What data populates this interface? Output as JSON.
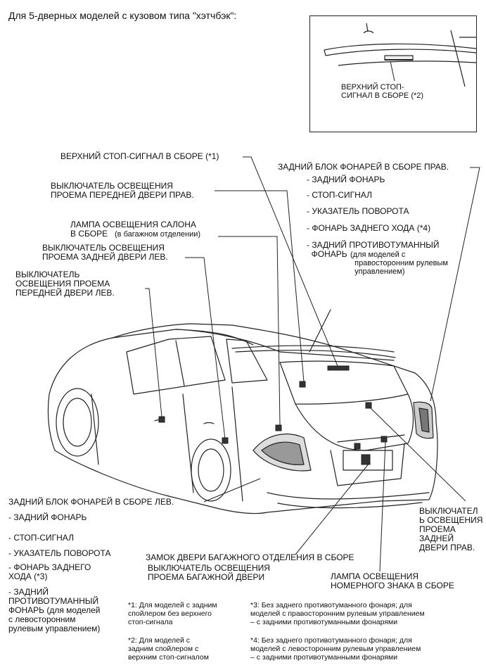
{
  "heading": "Для 5-дверных моделей с кузовом типа \"хэтчбэк\":",
  "inset": {
    "label": "ВЕРХНИЙ СТОП-\nСИГНАЛ В СБОРЕ (*2)"
  },
  "labels": {
    "high_stop_1": "ВЕРХНИЙ СТОП-СИГНАЛ В СБОРЕ (*1)",
    "front_door_switch_rh": "ВЫКЛЮЧАТЕЛЬ ОСВЕЩЕНИЯ\nПРОЕМА ПЕРЕДНЕЙ ДВЕРИ ПРАВ.",
    "room_lamp_main": "ЛАМПА ОСВЕЩЕНИЯ САЛОНА\nВ СБОРЕ",
    "room_lamp_note": "(в багажном отделении)",
    "rear_door_switch_lh": "ВЫКЛЮЧАТЕЛЬ ОСВЕЩЕНИЯ\nПРОЕМА ЗАДНЕЙ ДВЕРИ ЛЕВ.",
    "front_door_switch_lh": "ВЫКЛЮЧАТЕЛЬ\nОСВЕЩЕНИЯ ПРОЕМА\nПЕРЕДНЕЙ ДВЕРИ ЛЕВ.",
    "rear_combo_rh": "ЗАДНИЙ БЛОК ФОНАРЕЙ В СБОРЕ ПРАВ.",
    "rear_door_switch_rh": "ВЫКЛЮЧАТЕЛ\nЬ ОСВЕЩЕНИЯ\nПРОЕМА\nЗАДНЕЙ\nДВЕРИ ПРАВ.",
    "rear_combo_lh": "ЗАДНИЙ БЛОК ФОНАРЕЙ В СБОРЕ ЛЕВ.",
    "back_door_lock": "ЗАМОК ДВЕРИ БАГАЖНОГО ОТДЕЛЕНИЯ В СБОРЕ",
    "back_door_switch": "ВЫКЛЮЧАТЕЛЬ ОСВЕЩЕНИЯ\nПРОЕМА БАГАЖНОЙ ДВЕРИ",
    "license_lamp": "ЛАМПА ОСВЕЩЕНИЯ\nНОМЕРНОГО ЗНАКА В СБОРЕ"
  },
  "rh_items": [
    "- ЗАДНИЙ ФОНАРЬ",
    "- СТОП-СИГНАЛ",
    "- УКАЗАТЕЛЬ ПОВОРОТА",
    "- ФОНАРЬ ЗАДНЕГО ХОДА (*4)"
  ],
  "rh_fog_main": "- ЗАДНИЙ ПРОТИВОТУМАННЫЙ\n  ФОНАРЬ",
  "rh_fog_note": "(для моделей с\n  правосторонним рулевым\n  управлением)",
  "lh_items": [
    "- ЗАДНИЙ ФОНАРЬ",
    "- СТОП-СИГНАЛ",
    "- УКАЗАТЕЛЬ ПОВОРОТА",
    "- ФОНАРЬ ЗАДНЕГО\nХОДА (*3)"
  ],
  "lh_fog": "- ЗАДНИЙ\nПРОТИВОТУМАННЫЙ\nФОНАРЬ (для моделей\nс левосторонним\nрулевым управлением)",
  "footnotes": {
    "n1": "*1: Для моделей с задним\nспойлером без верхнего\nстоп-сигнала",
    "n2": "*2: Для моделей с\nзадним спойлером с\nверхним стоп-сигналом",
    "n3": "*3: Без заднего противотуманного фонаря; для\nмоделей с правосторонним рулевым управлением\n– с задними противотуманными фонарями",
    "n4": "*4: Без заднего противотуманного фонаря; для\nмоделей с левосторонним рулевым управлением\n– с задними противотуманными фонарями"
  }
}
